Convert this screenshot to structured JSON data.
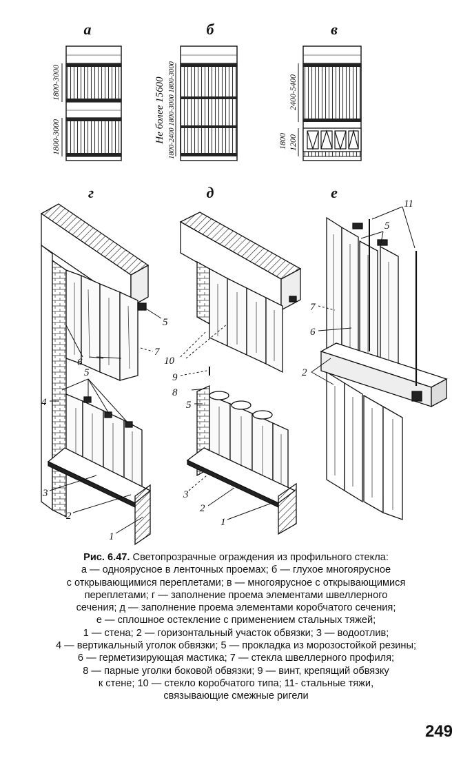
{
  "figure": {
    "panels": {
      "a": "а",
      "b": "б",
      "v": "в",
      "g": "г",
      "d": "д",
      "e": "е"
    },
    "dimensions": {
      "a_top": "1800-3000",
      "a_bottom": "1800-3000",
      "b_total": "Не более 15600",
      "b_tiers": "1800-2400 1800-3000 1800-3000",
      "v_upper": "2400-5400",
      "v_lower_outer": "1800",
      "v_lower_inner": "1200"
    },
    "callouts": {
      "g": [
        "5",
        "6",
        "7",
        "5",
        "4",
        "3",
        "2",
        "1"
      ],
      "d": [
        "10",
        "9",
        "8",
        "5",
        "3",
        "2",
        "1"
      ],
      "e": [
        "11",
        "5",
        "7",
        "6",
        "2"
      ]
    }
  },
  "caption": {
    "title": "Рис. 6.47.",
    "lines": [
      "Светопрозрачные ограждения из профильного стекла:",
      "а — одноярусное в ленточных проемах; б — глухое многоярусное",
      "с открывающимися переплетами; в — многоярусное с открывающимися",
      "переплетами; г — заполнение проема элементами швеллерного",
      "сечения; д — заполнение проема элементами коробчатого сечения;",
      "е — сплошное остекление с применением стальных тяжей;",
      "1 — стена; 2 — горизонтальный участок обвязки; 3 — водоотлив;",
      "4 — вертикальный уголок обвязки; 5 — прокладка из морозостойкой резины;",
      "6 — герметизирующая мастика; 7 — стекла швеллерного профиля;",
      "8 — парные уголки боковой обвязки; 9 — винт, крепящий обвязку",
      "к стене; 10 — стекло коробчатого типа; 11- стальные тяжи,",
      "связывающие смежные ригели"
    ]
  },
  "page_number": "249"
}
